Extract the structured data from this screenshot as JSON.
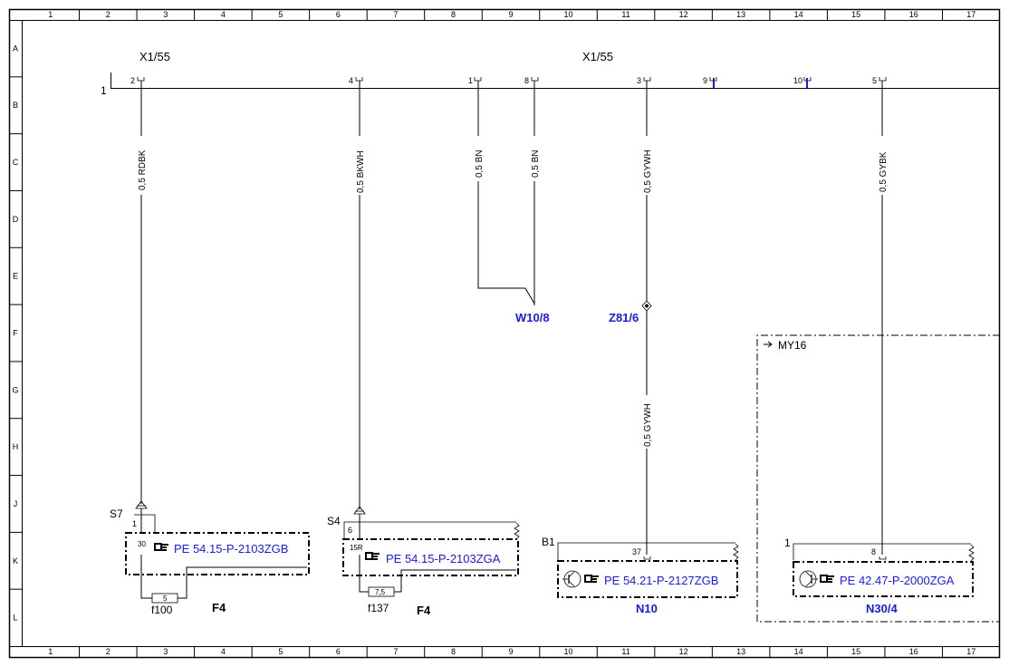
{
  "columns": [
    "1",
    "2",
    "3",
    "4",
    "5",
    "6",
    "7",
    "8",
    "9",
    "10",
    "11",
    "12",
    "13",
    "14",
    "15",
    "16",
    "17"
  ],
  "rows": [
    "A",
    "B",
    "C",
    "D",
    "E",
    "F",
    "G",
    "H",
    "J",
    "K",
    "L"
  ],
  "connector_left": "X1/55",
  "connector_right": "X1/55",
  "bus_number": "1",
  "pins": [
    "2",
    "4",
    "1",
    "8",
    "3",
    "9",
    "10",
    "5"
  ],
  "wires": [
    "0,5 RDBK",
    "0,5 BKWH",
    "0,5 BN",
    "0,5 BN",
    "0,5 GYWH",
    "0,5 GYWH",
    "0,5 GYBK"
  ],
  "splice_w": "W10/8",
  "splice_z": "Z81/6",
  "variant_label": "MY16",
  "modules": [
    {
      "switch": "S7",
      "pin_a": "1",
      "pin_b": "30",
      "ref": "PE 54.15-P-2103ZGB",
      "fuse_value": "5",
      "fuse_name": "f100",
      "name": "F4"
    },
    {
      "switch": "S4",
      "pin_a": "6",
      "pin_b": "15R",
      "ref": "PE 54.15-P-2103ZGA",
      "fuse_value": "7,5",
      "fuse_name": "f137",
      "name": "F4"
    },
    {
      "switch": "B1",
      "pin_a": "37",
      "ref": "PE 54.21-P-2127ZGB",
      "name": "N10"
    },
    {
      "switch": "1",
      "pin_a": "8",
      "ref": "PE 42.47-P-2000ZGA",
      "name": "N30/4"
    }
  ],
  "colors": {
    "link": "#1a1ae6",
    "line": "#000000"
  }
}
